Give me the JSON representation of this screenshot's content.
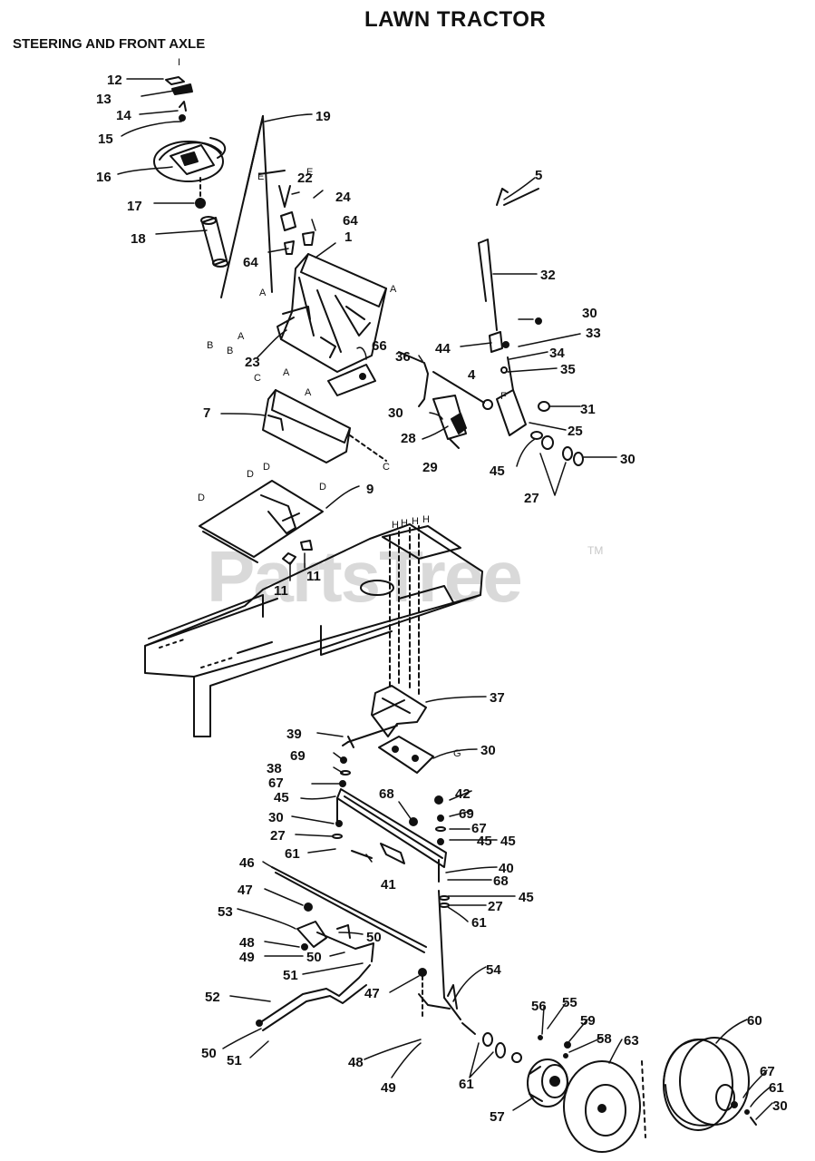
{
  "header": {
    "title": "LAWN TRACTOR",
    "subtitle": "STEERING AND FRONT AXLE"
  },
  "watermark": {
    "text": "PartsTree",
    "trademark": "TM"
  },
  "callouts": [
    "12",
    "13",
    "14",
    "15",
    "16",
    "17",
    "18",
    "19",
    "22",
    "24",
    "64",
    "64",
    "1",
    "5",
    "32",
    "30",
    "33",
    "44",
    "34",
    "35",
    "4",
    "36",
    "31",
    "30",
    "25",
    "28",
    "29",
    "45",
    "30",
    "27",
    "66",
    "23",
    "7",
    "9",
    "11",
    "11",
    "37",
    "39",
    "69",
    "30",
    "38",
    "67",
    "45",
    "68",
    "42",
    "69",
    "30",
    "45",
    "27",
    "67",
    "45",
    "61",
    "40",
    "46",
    "41",
    "68",
    "45",
    "47",
    "27",
    "53",
    "50",
    "61",
    "48",
    "49",
    "50",
    "51",
    "54",
    "52",
    "47",
    "56",
    "55",
    "59",
    "58",
    "60",
    "63",
    "50",
    "51",
    "48",
    "49",
    "61",
    "57",
    "67",
    "61",
    "30"
  ],
  "reference_letters": [
    "I",
    "E",
    "E",
    "A",
    "A",
    "B",
    "B",
    "A",
    "C",
    "A",
    "A",
    "C",
    "D",
    "D",
    "D",
    "D",
    "F",
    "H",
    "H",
    "H",
    "H",
    "G"
  ]
}
